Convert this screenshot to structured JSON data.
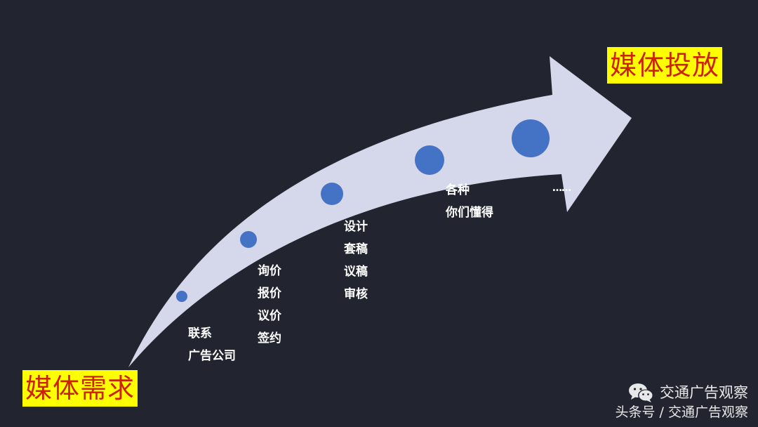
{
  "diagram": {
    "start_label": "媒体需求",
    "end_label": "媒体投放",
    "steps": [
      {
        "lines": [
          "联系",
          "广告公司"
        ]
      },
      {
        "lines": [
          "询价",
          "报价",
          "议价",
          "签约"
        ]
      },
      {
        "lines": [
          "设计",
          "套稿",
          "议稿",
          "审核"
        ]
      },
      {
        "lines": [
          "各种",
          "你们懂得"
        ]
      },
      {
        "lines": [
          "……"
        ]
      }
    ],
    "ellipsis": "……"
  },
  "watermark": {
    "icon": "wechat-icon",
    "line1": "交通广告观察",
    "line2": "头条号 / 交通广告观察"
  },
  "colors": {
    "background": "#22252f",
    "arrow_fill": "#d5d7ea",
    "dot_fill": "#4472c4",
    "label_bg": "#ffff00",
    "label_text": "#cc2200",
    "step_text": "#ffffff"
  }
}
